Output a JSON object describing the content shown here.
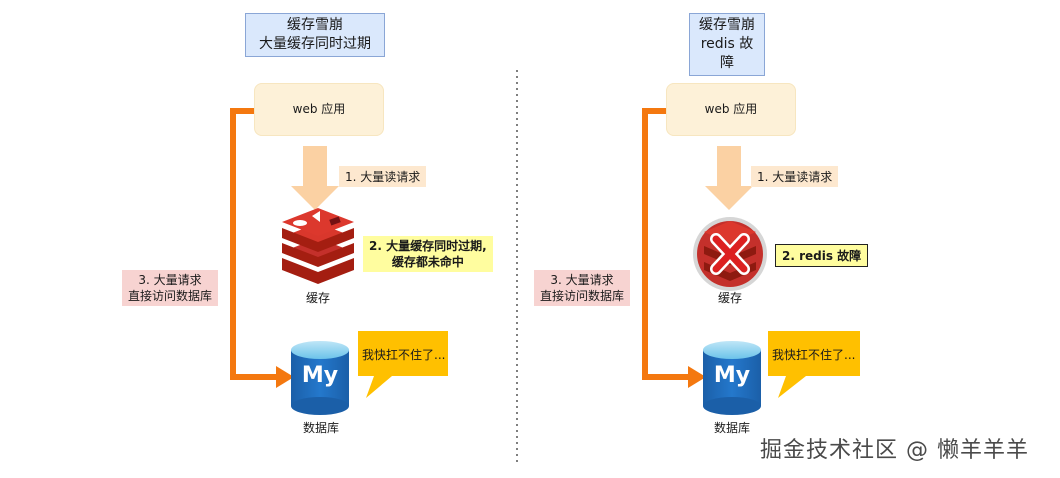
{
  "left": {
    "title_line1": "缓存雪崩",
    "title_line2": "大量缓存同时过期",
    "web_label": "web 应用",
    "read_label": "1. 大量读请求",
    "cache_event_line1": "2. 大量缓存同时过期,",
    "cache_event_line2": "缓存都未命中",
    "cache_caption": "缓存",
    "db_request_line1": "3. 大量请求",
    "db_request_line2": "直接访问数据库",
    "db_bubble": "我快扛不住了...",
    "db_caption": "数据库"
  },
  "right": {
    "title_line1": "缓存雪崩",
    "title_line2": "redis 故障",
    "web_label": "web 应用",
    "read_label": "1. 大量读请求",
    "cache_event": "2. redis 故障",
    "cache_caption": "缓存",
    "db_request_line1": "3. 大量请求",
    "db_request_line2": "直接访问数据库",
    "db_bubble": "我快扛不住了...",
    "db_caption": "数据库"
  },
  "mysql_logo_text": "My",
  "watermark": "掘金技术社区 @ 懒羊羊羊",
  "colors": {
    "title_fill": "#dae8fc",
    "web_fill": "#fdf1d8",
    "read_arrow": "#fbd1a3",
    "orange_path": "#f4780f",
    "redis_red": "#c4302b",
    "db_blue": "#1a6bbd",
    "bubble_fill": "#ffc000",
    "error_fill": "#dc2020",
    "label_yellow": "#fffd9f",
    "label_pink": "#f7d3d1"
  }
}
